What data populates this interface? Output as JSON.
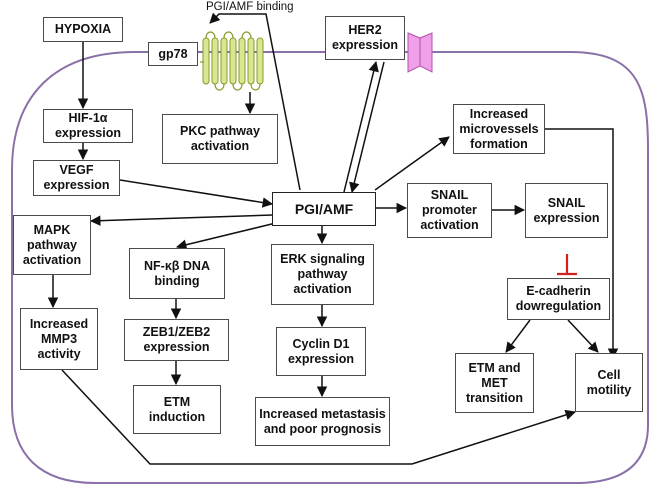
{
  "nodes": {
    "hypoxia": "HYPOXIA",
    "hif1a": "HIF-1α\nexpression",
    "vegf": "VEGF\nexpression",
    "gp78": "gp78",
    "pgi_amf_binding": "PGI/AMF binding",
    "her2": "HER2\nexpression",
    "pkc": "PKC pathway\nactivation",
    "microvessels": "Increased\nmicrovessels\nformation",
    "pgi_amf": "PGI/AMF",
    "snail_promoter": "SNAIL\npromoter\nactivation",
    "snail_expression": "SNAIL\nexpression",
    "mapk": "MAPK\npathway\nactivation",
    "nfkb": "NF-κβ DNA\nbinding",
    "erk": "ERK signaling\npathway\nactivation",
    "ecadherin": "E-cadherin\ndowregulation",
    "mmp3": "Increased\nMMP3\nactivity",
    "zeb": "ZEB1/ZEB2\nexpression",
    "cyclin": "Cyclin D1\nexpression",
    "etm_met": "ETM and\nMET\ntransition",
    "cell_motility": "Cell\nmotility",
    "etm_induction": "ETM\ninduction",
    "metastasis": "Increased metastasis\nand poor prognosis"
  },
  "colors": {
    "cell_outline": "#8a70a8",
    "arrow": "#111111",
    "inhibition": "#d42020",
    "receptor_fill": "#d8e890",
    "receptor_stroke": "#8a9a30",
    "her2_receptor_fill": "#f0a0e8",
    "her2_receptor_stroke": "#b050a8"
  },
  "icons": {
    "gp78_receptor": "seven-transmembrane-receptor-icon",
    "her2_receptor": "her2-receptor-icon"
  }
}
